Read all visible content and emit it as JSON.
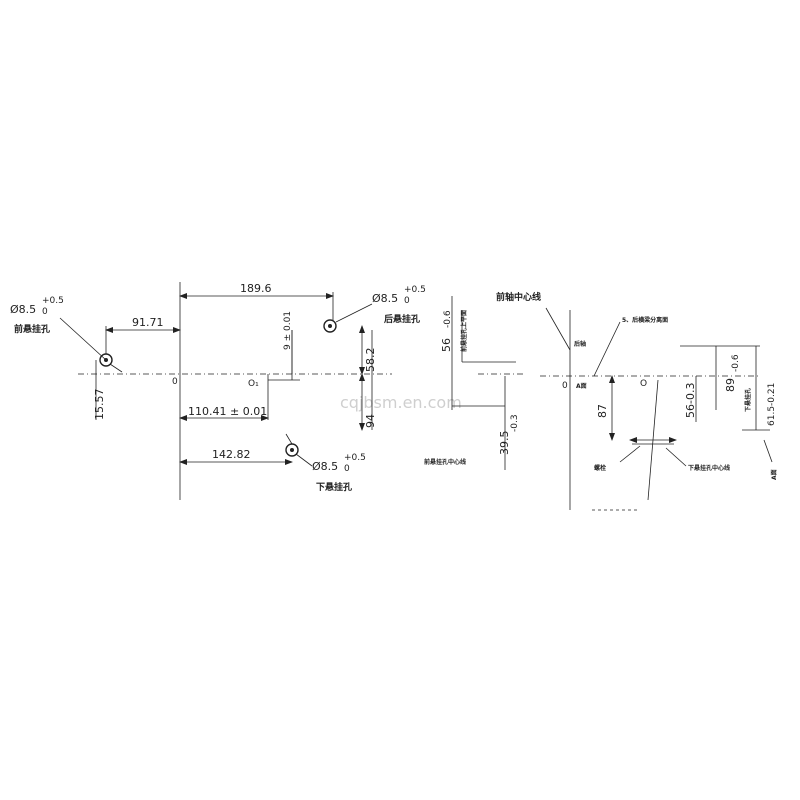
{
  "watermark": "cqjbsm.en.com",
  "dimensions": {
    "d_189_6": "189.6",
    "d_91_71": "91.71",
    "d_15_57": "15.57",
    "d_9_001": "9 ± 0.01",
    "d_58_2": "58.2",
    "d_110_41": "110.41 ± 0.01",
    "d_94": "94",
    "d_142_82": "142.82",
    "d_56_right": "56",
    "d_87": "87",
    "d_56_0_3": "56-0.3",
    "d_89": "89",
    "d_89_tol": "-0.6",
    "d_61_5": "61.5-0.21",
    "d_56_left": "56",
    "d_56_left_tol": "-0.6",
    "d_39_5": "39.5",
    "d_39_5_tol": "-0.3"
  },
  "holes": {
    "phi_prefix": "Ø8.5",
    "tol_upper": "+0.5",
    "tol_lower": "0",
    "front_hole_label": "前悬挂孔",
    "rear_hole_label": "后悬挂孔",
    "lower_hole_label": "下悬挂孔"
  },
  "datums": {
    "origin_left": "0",
    "origin_o1": "O₁",
    "origin_right": "0",
    "origin_right_o": "O"
  },
  "labels": {
    "axle_centerline": "前轴中心线",
    "frame_rear": "5、后横梁分离面",
    "rear_axle": "后轴",
    "plane_a": "A面",
    "lower_hole_center": "前悬挂孔中心线",
    "bolt": "螺栓",
    "lower_hole_center_right": "下悬挂孔中心线",
    "upper_plane": "前悬挂孔上平面",
    "lower_plane": "下悬挂孔",
    "end_mark": "A面"
  }
}
